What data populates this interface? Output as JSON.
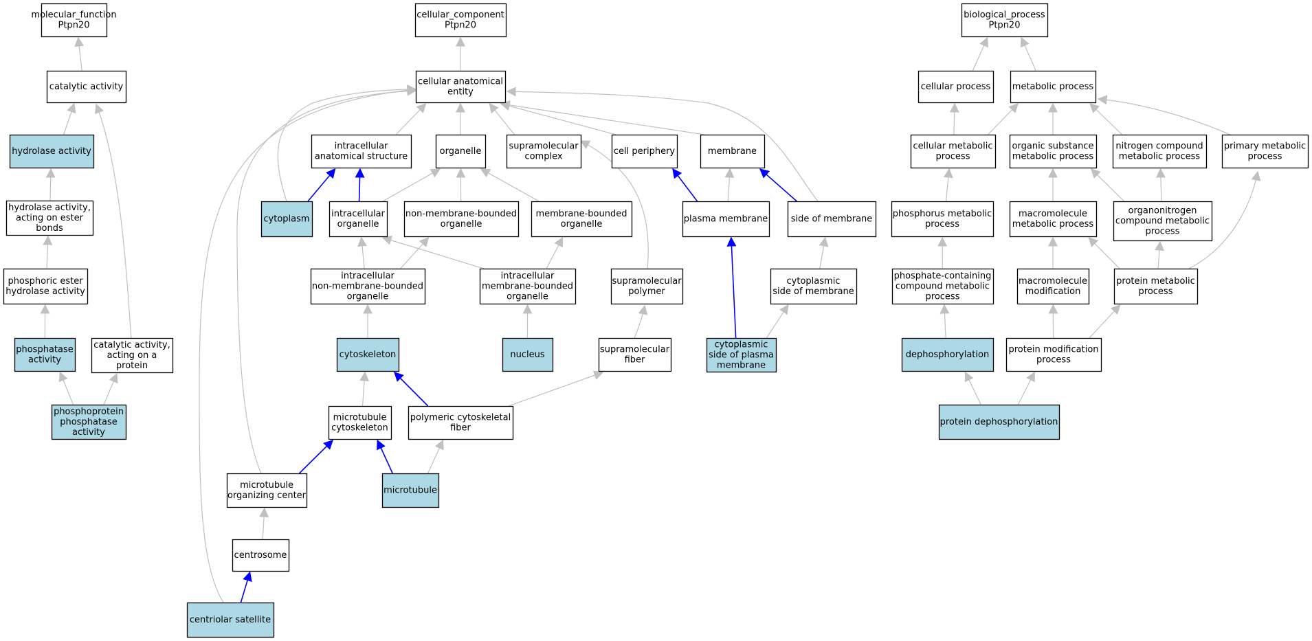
{
  "colors": {
    "highlight_fill": "#add8e6",
    "normal_fill": "#ffffff",
    "border": "#000000",
    "edge_gray": "#c0c0c0",
    "edge_blue": "#0000ff"
  },
  "nodes": [
    {
      "id": "mf_root",
      "lines": [
        "molecular_function",
        "Ptpn20"
      ],
      "highlight": false
    },
    {
      "id": "catalytic_activity",
      "lines": [
        "catalytic activity"
      ],
      "highlight": false
    },
    {
      "id": "hydrolase_activity",
      "lines": [
        "hydrolase activity"
      ],
      "highlight": true
    },
    {
      "id": "hydrolase_ester",
      "lines": [
        "hydrolase activity,",
        "acting on ester",
        "bonds"
      ],
      "highlight": false
    },
    {
      "id": "phosphoric_ester",
      "lines": [
        "phosphoric ester",
        "hydrolase activity"
      ],
      "highlight": false
    },
    {
      "id": "phosphatase_activity",
      "lines": [
        "phosphatase",
        "activity"
      ],
      "highlight": true
    },
    {
      "id": "catalytic_protein",
      "lines": [
        "catalytic activity,",
        "acting on a",
        "protein"
      ],
      "highlight": false
    },
    {
      "id": "phosphoprotein_phosphatase",
      "lines": [
        "phosphoprotein",
        "phosphatase",
        "activity"
      ],
      "highlight": true
    },
    {
      "id": "cc_root",
      "lines": [
        "cellular_component",
        "Ptpn20"
      ],
      "highlight": false
    },
    {
      "id": "cellular_anatomical_entity",
      "lines": [
        "cellular anatomical",
        "entity"
      ],
      "highlight": false
    },
    {
      "id": "intracellular_anatomical",
      "lines": [
        "intracellular",
        "anatomical structure"
      ],
      "highlight": false
    },
    {
      "id": "organelle",
      "lines": [
        "organelle"
      ],
      "highlight": false
    },
    {
      "id": "supramolecular_complex",
      "lines": [
        "supramolecular",
        "complex"
      ],
      "highlight": false
    },
    {
      "id": "cell_periphery",
      "lines": [
        "cell periphery"
      ],
      "highlight": false
    },
    {
      "id": "membrane",
      "lines": [
        "membrane"
      ],
      "highlight": false
    },
    {
      "id": "cytoplasm",
      "lines": [
        "cytoplasm"
      ],
      "highlight": true
    },
    {
      "id": "intracellular_organelle",
      "lines": [
        "intracellular",
        "organelle"
      ],
      "highlight": false
    },
    {
      "id": "non_membrane_bounded",
      "lines": [
        "non-membrane-bounded",
        "organelle"
      ],
      "highlight": false
    },
    {
      "id": "membrane_bounded",
      "lines": [
        "membrane-bounded",
        "organelle"
      ],
      "highlight": false
    },
    {
      "id": "plasma_membrane",
      "lines": [
        "plasma membrane"
      ],
      "highlight": false
    },
    {
      "id": "side_of_membrane",
      "lines": [
        "side of membrane"
      ],
      "highlight": false
    },
    {
      "id": "intra_non_membrane",
      "lines": [
        "intracellular",
        "non-membrane-bounded",
        "organelle"
      ],
      "highlight": false
    },
    {
      "id": "intra_membrane_bounded",
      "lines": [
        "intracellular",
        "membrane-bounded",
        "organelle"
      ],
      "highlight": false
    },
    {
      "id": "supramolecular_polymer",
      "lines": [
        "supramolecular",
        "polymer"
      ],
      "highlight": false
    },
    {
      "id": "cytoplasmic_side",
      "lines": [
        "cytoplasmic",
        "side of membrane"
      ],
      "highlight": false
    },
    {
      "id": "cytoskeleton",
      "lines": [
        "cytoskeleton"
      ],
      "highlight": true
    },
    {
      "id": "nucleus",
      "lines": [
        "nucleus"
      ],
      "highlight": true
    },
    {
      "id": "supramolecular_fiber",
      "lines": [
        "supramolecular",
        "fiber"
      ],
      "highlight": false
    },
    {
      "id": "cytoplasmic_side_plasma",
      "lines": [
        "cytoplasmic",
        "side of plasma",
        "membrane"
      ],
      "highlight": true
    },
    {
      "id": "microtubule_cytoskeleton",
      "lines": [
        "microtubule",
        "cytoskeleton"
      ],
      "highlight": false
    },
    {
      "id": "polymeric_fiber",
      "lines": [
        "polymeric cytoskeletal",
        "fiber"
      ],
      "highlight": false
    },
    {
      "id": "mtoc",
      "lines": [
        "microtubule",
        "organizing center"
      ],
      "highlight": false
    },
    {
      "id": "microtubule",
      "lines": [
        "microtubule"
      ],
      "highlight": true
    },
    {
      "id": "centrosome",
      "lines": [
        "centrosome"
      ],
      "highlight": false
    },
    {
      "id": "centriolar_satellite",
      "lines": [
        "centriolar satellite"
      ],
      "highlight": true
    },
    {
      "id": "bp_root",
      "lines": [
        "biological_process",
        "Ptpn20"
      ],
      "highlight": false
    },
    {
      "id": "cellular_process",
      "lines": [
        "cellular process"
      ],
      "highlight": false
    },
    {
      "id": "metabolic_process",
      "lines": [
        "metabolic process"
      ],
      "highlight": false
    },
    {
      "id": "cellular_metabolic",
      "lines": [
        "cellular metabolic",
        "process"
      ],
      "highlight": false
    },
    {
      "id": "organic_substance",
      "lines": [
        "organic substance",
        "metabolic process"
      ],
      "highlight": false
    },
    {
      "id": "nitrogen_compound",
      "lines": [
        "nitrogen compound",
        "metabolic process"
      ],
      "highlight": false
    },
    {
      "id": "primary_metabolic",
      "lines": [
        "primary metabolic",
        "process"
      ],
      "highlight": false
    },
    {
      "id": "phosphorus_metabolic",
      "lines": [
        "phosphorus metabolic",
        "process"
      ],
      "highlight": false
    },
    {
      "id": "macromolecule_metabolic",
      "lines": [
        "macromolecule",
        "metabolic process"
      ],
      "highlight": false
    },
    {
      "id": "organonitrogen",
      "lines": [
        "organonitrogen",
        "compound metabolic",
        "process"
      ],
      "highlight": false
    },
    {
      "id": "phosphate_containing",
      "lines": [
        "phosphate-containing",
        "compound metabolic",
        "process"
      ],
      "highlight": false
    },
    {
      "id": "macromolecule_modification",
      "lines": [
        "macromolecule",
        "modification"
      ],
      "highlight": false
    },
    {
      "id": "protein_metabolic",
      "lines": [
        "protein metabolic",
        "process"
      ],
      "highlight": false
    },
    {
      "id": "dephosphorylation",
      "lines": [
        "dephosphorylation"
      ],
      "highlight": true
    },
    {
      "id": "protein_modification",
      "lines": [
        "protein modification",
        "process"
      ],
      "highlight": false
    },
    {
      "id": "protein_dephosphorylation",
      "lines": [
        "protein dephosphorylation"
      ],
      "highlight": true
    }
  ],
  "edges": [
    {
      "from": "catalytic_activity",
      "to": "mf_root",
      "style": "gray"
    },
    {
      "from": "hydrolase_activity",
      "to": "catalytic_activity",
      "style": "gray"
    },
    {
      "from": "catalytic_protein",
      "to": "catalytic_activity",
      "style": "gray"
    },
    {
      "from": "hydrolase_ester",
      "to": "hydrolase_activity",
      "style": "gray"
    },
    {
      "from": "phosphoric_ester",
      "to": "hydrolase_ester",
      "style": "gray"
    },
    {
      "from": "phosphatase_activity",
      "to": "phosphoric_ester",
      "style": "gray"
    },
    {
      "from": "phosphoprotein_phosphatase",
      "to": "phosphatase_activity",
      "style": "gray"
    },
    {
      "from": "phosphoprotein_phosphatase",
      "to": "catalytic_protein",
      "style": "gray"
    },
    {
      "from": "cellular_anatomical_entity",
      "to": "cc_root",
      "style": "gray"
    },
    {
      "from": "intracellular_anatomical",
      "to": "cellular_anatomical_entity",
      "style": "gray"
    },
    {
      "from": "organelle",
      "to": "cellular_anatomical_entity",
      "style": "gray"
    },
    {
      "from": "supramolecular_complex",
      "to": "cellular_anatomical_entity",
      "style": "gray"
    },
    {
      "from": "cell_periphery",
      "to": "cellular_anatomical_entity",
      "style": "gray"
    },
    {
      "from": "membrane",
      "to": "cellular_anatomical_entity",
      "style": "gray"
    },
    {
      "from": "cytoplasm",
      "to": "cellular_anatomical_entity",
      "style": "gray"
    },
    {
      "from": "side_of_membrane",
      "to": "cellular_anatomical_entity",
      "style": "gray"
    },
    {
      "from": "mtoc",
      "to": "cellular_anatomical_entity",
      "style": "gray"
    },
    {
      "from": "centriolar_satellite",
      "to": "cellular_anatomical_entity",
      "style": "gray"
    },
    {
      "from": "cytoplasm",
      "to": "intracellular_anatomical",
      "style": "blue"
    },
    {
      "from": "intracellular_organelle",
      "to": "intracellular_anatomical",
      "style": "blue"
    },
    {
      "from": "intracellular_organelle",
      "to": "organelle",
      "style": "gray"
    },
    {
      "from": "non_membrane_bounded",
      "to": "organelle",
      "style": "gray"
    },
    {
      "from": "membrane_bounded",
      "to": "organelle",
      "style": "gray"
    },
    {
      "from": "supramolecular_polymer",
      "to": "supramolecular_complex",
      "style": "gray"
    },
    {
      "from": "plasma_membrane",
      "to": "cell_periphery",
      "style": "blue"
    },
    {
      "from": "plasma_membrane",
      "to": "membrane",
      "style": "gray"
    },
    {
      "from": "side_of_membrane",
      "to": "membrane",
      "style": "blue"
    },
    {
      "from": "intra_non_membrane",
      "to": "intracellular_organelle",
      "style": "gray"
    },
    {
      "from": "intra_membrane_bounded",
      "to": "intracellular_organelle",
      "style": "gray"
    },
    {
      "from": "intra_non_membrane",
      "to": "non_membrane_bounded",
      "style": "gray"
    },
    {
      "from": "intra_membrane_bounded",
      "to": "membrane_bounded",
      "style": "gray"
    },
    {
      "from": "cytoplasmic_side",
      "to": "side_of_membrane",
      "style": "gray"
    },
    {
      "from": "cytoskeleton",
      "to": "intra_non_membrane",
      "style": "gray"
    },
    {
      "from": "nucleus",
      "to": "intra_membrane_bounded",
      "style": "gray"
    },
    {
      "from": "supramolecular_fiber",
      "to": "supramolecular_polymer",
      "style": "gray"
    },
    {
      "from": "cytoplasmic_side_plasma",
      "to": "plasma_membrane",
      "style": "blue"
    },
    {
      "from": "cytoplasmic_side_plasma",
      "to": "cytoplasmic_side",
      "style": "gray"
    },
    {
      "from": "microtubule_cytoskeleton",
      "to": "cytoskeleton",
      "style": "gray"
    },
    {
      "from": "polymeric_fiber",
      "to": "cytoskeleton",
      "style": "blue"
    },
    {
      "from": "polymeric_fiber",
      "to": "supramolecular_fiber",
      "style": "gray"
    },
    {
      "from": "mtoc",
      "to": "microtubule_cytoskeleton",
      "style": "blue"
    },
    {
      "from": "microtubule",
      "to": "microtubule_cytoskeleton",
      "style": "blue"
    },
    {
      "from": "microtubule",
      "to": "polymeric_fiber",
      "style": "gray"
    },
    {
      "from": "centrosome",
      "to": "mtoc",
      "style": "gray"
    },
    {
      "from": "centriolar_satellite",
      "to": "centrosome",
      "style": "blue"
    },
    {
      "from": "cellular_process",
      "to": "bp_root",
      "style": "gray"
    },
    {
      "from": "metabolic_process",
      "to": "bp_root",
      "style": "gray"
    },
    {
      "from": "cellular_metabolic",
      "to": "cellular_process",
      "style": "gray"
    },
    {
      "from": "cellular_metabolic",
      "to": "metabolic_process",
      "style": "gray"
    },
    {
      "from": "organic_substance",
      "to": "metabolic_process",
      "style": "gray"
    },
    {
      "from": "nitrogen_compound",
      "to": "metabolic_process",
      "style": "gray"
    },
    {
      "from": "primary_metabolic",
      "to": "metabolic_process",
      "style": "gray"
    },
    {
      "from": "phosphorus_metabolic",
      "to": "cellular_metabolic",
      "style": "gray"
    },
    {
      "from": "macromolecule_metabolic",
      "to": "organic_substance",
      "style": "gray"
    },
    {
      "from": "organonitrogen",
      "to": "organic_substance",
      "style": "gray"
    },
    {
      "from": "organonitrogen",
      "to": "nitrogen_compound",
      "style": "gray"
    },
    {
      "from": "protein_metabolic",
      "to": "primary_metabolic",
      "style": "gray"
    },
    {
      "from": "phosphate_containing",
      "to": "phosphorus_metabolic",
      "style": "gray"
    },
    {
      "from": "macromolecule_modification",
      "to": "macromolecule_metabolic",
      "style": "gray"
    },
    {
      "from": "protein_metabolic",
      "to": "macromolecule_metabolic",
      "style": "gray"
    },
    {
      "from": "protein_metabolic",
      "to": "organonitrogen",
      "style": "gray"
    },
    {
      "from": "dephosphorylation",
      "to": "phosphate_containing",
      "style": "gray"
    },
    {
      "from": "protein_modification",
      "to": "macromolecule_modification",
      "style": "gray"
    },
    {
      "from": "protein_modification",
      "to": "protein_metabolic",
      "style": "gray"
    },
    {
      "from": "protein_dephosphorylation",
      "to": "dephosphorylation",
      "style": "gray"
    },
    {
      "from": "protein_dephosphorylation",
      "to": "protein_modification",
      "style": "gray"
    }
  ]
}
